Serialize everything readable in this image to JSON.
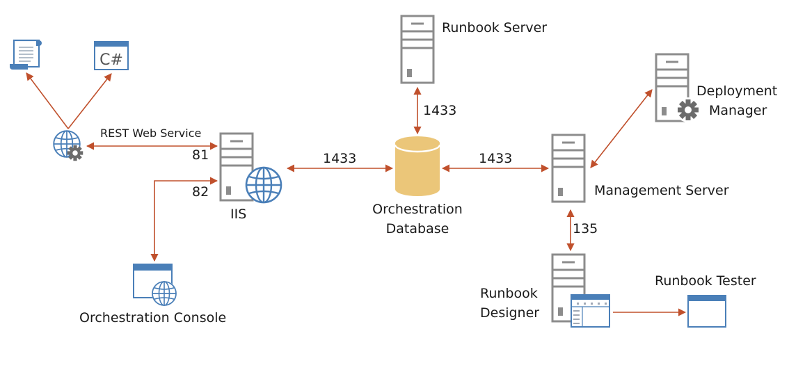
{
  "diagram": {
    "colors": {
      "connector": "#c0502c",
      "server": "#8c8c8c",
      "icon_blue": "#4a7fb8",
      "database": "#ebc679",
      "gear": "#6b6b6b"
    },
    "nodes": {
      "runbook_server": {
        "label": "Runbook Server"
      },
      "deployment_manager": {
        "line1": "Deployment",
        "line2": "Manager"
      },
      "management_server": {
        "label": "Management Server"
      },
      "orchestration_database": {
        "line1": "Orchestration",
        "line2": "Database"
      },
      "iis": {
        "label": "IIS"
      },
      "rest_web_service": {
        "label": "REST Web Service"
      },
      "orchestration_console": {
        "label": "Orchestration Console"
      },
      "runbook_designer": {
        "line1": "Runbook",
        "line2": "Designer"
      },
      "runbook_tester": {
        "label": "Runbook Tester"
      },
      "script_doc": {
        "icon": "script-scroll-icon"
      },
      "csharp_app": {
        "icon": "csharp-window-icon",
        "glyph": "C#"
      }
    },
    "ports": {
      "rest_to_iis": "81",
      "console_to_iis": "82",
      "iis_to_db": "1433",
      "db_to_mgmt": "1433",
      "runbook_to_db": "1433",
      "mgmt_to_designer": "135"
    },
    "edges": [
      {
        "from": "rest_web_service",
        "to": "script_doc",
        "direction": "forward"
      },
      {
        "from": "rest_web_service",
        "to": "csharp_app",
        "direction": "forward"
      },
      {
        "from": "rest_web_service",
        "to": "iis",
        "direction": "both",
        "port": "81"
      },
      {
        "from": "orchestration_console",
        "to": "iis",
        "direction": "both",
        "port": "82"
      },
      {
        "from": "iis",
        "to": "orchestration_database",
        "direction": "both",
        "port": "1433"
      },
      {
        "from": "runbook_server",
        "to": "orchestration_database",
        "direction": "both",
        "port": "1433"
      },
      {
        "from": "orchestration_database",
        "to": "management_server",
        "direction": "both",
        "port": "1433"
      },
      {
        "from": "deployment_manager",
        "to": "management_server",
        "direction": "both"
      },
      {
        "from": "management_server",
        "to": "runbook_designer",
        "direction": "both",
        "port": "135"
      },
      {
        "from": "runbook_designer",
        "to": "runbook_tester",
        "direction": "forward"
      }
    ]
  }
}
